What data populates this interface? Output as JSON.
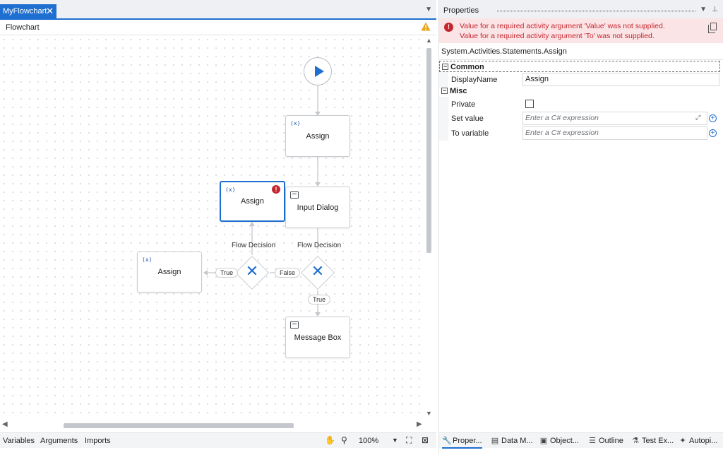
{
  "document_tab": {
    "title": "MyFlowchart",
    "close": "✕"
  },
  "breadcrumb": "Flowchart",
  "nodes": {
    "assign_top": {
      "label": "Assign",
      "type_icon": "(x)"
    },
    "assign_selected": {
      "label": "Assign",
      "type_icon": "(x)",
      "error_badge": "!"
    },
    "input_dialog": {
      "label": "Input Dialog"
    },
    "assign_left": {
      "label": "Assign",
      "type_icon": "(x)"
    },
    "message_box": {
      "label": "Message Box"
    }
  },
  "decisions": {
    "left": {
      "label": "Flow Decision",
      "true_label": "True",
      "false_label": "False"
    },
    "right": {
      "label": "Flow Decision",
      "true_label": "True"
    }
  },
  "bottom_bar": {
    "tabs": [
      "Variables",
      "Arguments",
      "Imports"
    ],
    "zoom": "100%"
  },
  "properties": {
    "title": "Properties",
    "errors": [
      "Value for a required activity argument 'Value' was not supplied.",
      "Value for a required activity argument 'To' was not supplied."
    ],
    "type_name": "System.Activities.Statements.Assign",
    "categories": {
      "common": {
        "label": "Common",
        "toggle": "−"
      },
      "misc": {
        "label": "Misc",
        "toggle": "−"
      }
    },
    "rows": {
      "display_name": {
        "label": "DisplayName",
        "value": "Assign"
      },
      "private": {
        "label": "Private",
        "checked": false
      },
      "set_value": {
        "label": "Set value",
        "placeholder": "Enter a C# expression"
      },
      "to_variable": {
        "label": "To variable",
        "placeholder": "Enter a C# expression"
      }
    }
  },
  "panel_tabs": [
    "Proper...",
    "Data M...",
    "Object...",
    "Outline",
    "Test Ex...",
    "Autopi..."
  ],
  "colors": {
    "accent": "#1f6fd1",
    "error": "#c4262e",
    "error_bg": "#fbe4e6",
    "warning": "#e8a317"
  }
}
